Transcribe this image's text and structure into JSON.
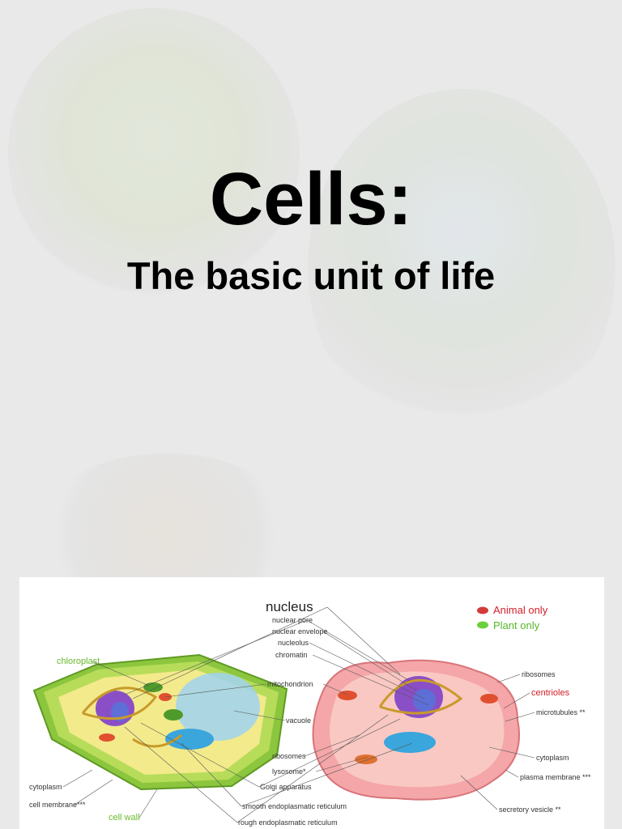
{
  "title": "Cells:",
  "subtitle": "The basic unit of life",
  "legend": {
    "animal_only": {
      "label": "Animal only",
      "color": "#d33a3a"
    },
    "plant_only": {
      "label": "Plant only",
      "color": "#6ccf3c"
    }
  },
  "labels": {
    "nucleus": "nucleus",
    "nuclear_pore": "nuclear pore",
    "nuclear_envelope": "nuclear envelope",
    "nucleolus": "nucleolus",
    "chromatin": "chromatin",
    "mitochondrion": "mitochondrion",
    "vacuole": "vacuole",
    "ribosomes_mid": "ribosomes",
    "lysosome": "lysosome*",
    "golgi": "Golgi apparatus",
    "smooth_er": "smooth endoplasmatic reticulum",
    "rough_er": "rough endoplasmatic reticulum",
    "chloroplast": "chloroplast",
    "cytoplasm_left": "cytoplasm",
    "cell_membrane": "cell membrane***",
    "cell_wall": "cell wall",
    "ribosomes_right": "ribosomes",
    "centrioles": "centrioles",
    "microtubules": "microtubules **",
    "cytoplasm_right": "cytoplasm",
    "plasma_membrane": "plasma membrane ***",
    "secretory_vesicle": "secretory vesicle **"
  }
}
